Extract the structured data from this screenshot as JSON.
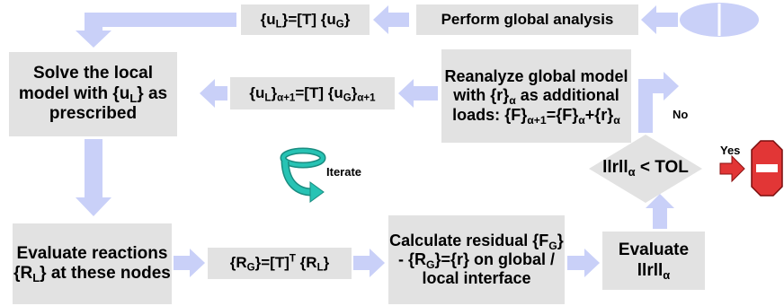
{
  "colors": {
    "box_fill": "#e2e2e2",
    "arrow_fill": "#c9d0f8",
    "iterate_arrow": "#27c3b4",
    "stop_sign": "#e23636",
    "yes_arrow": "#e23636"
  },
  "nodes": {
    "perform_global_analysis": "Perform global analysis",
    "ul_equation": {
      "a": "{u",
      "a_sub": "L",
      "b": "}=[T] {u",
      "b_sub": "G",
      "c": "}"
    },
    "solve_local": {
      "line1": "Solve the local",
      "line2a": "model with {u",
      "line2_sub": "L",
      "line2b": "} as",
      "line3": "prescribed"
    },
    "ul_next_equation": {
      "a": "{u",
      "a_sub": "L",
      "b": "}",
      "b_sub": "α+1",
      "c": "=[T] {u",
      "c_sub": "G",
      "d": "}",
      "d_sub": "α+1"
    },
    "reanalyze_global": {
      "line1": "Reanalyze global",
      "line2a": "model with {r}",
      "line2_sub": "α",
      "line2b": " as",
      "line3": "additional loads:",
      "line4a": "{F}",
      "line4_sub1": "α+1",
      "line4b": "={F}",
      "line4_sub2": "α",
      "line4c": "+{r}",
      "line4_sub3": "α"
    },
    "convergence_check": {
      "a": "llrll",
      "a_sub": "α",
      "b": " < TOL"
    },
    "evaluate_reactions": {
      "line1": "Evaluate",
      "line2a": "reactions {R",
      "line2_sub": "L",
      "line2b": "}",
      "line3": "at these nodes"
    },
    "rg_equation": {
      "a": "{R",
      "a_sub": "G",
      "b": "}=[T]",
      "b_sup": "T",
      "c": " {R",
      "c_sub": "L",
      "d": "}"
    },
    "calculate_residual": {
      "line1": "Calculate residual",
      "line2a": "{F",
      "line2_sub1": "G",
      "line2b": "} - {R",
      "line2_sub2": "G",
      "line2c": "}={r}",
      "line3": "on global / local",
      "line4": "interface"
    },
    "evaluate_norm": {
      "line1": "Evaluate",
      "line2a": "llrll",
      "line2_sub": "α"
    }
  },
  "labels": {
    "iterate": "Iterate",
    "no": "No",
    "yes": "Yes"
  }
}
